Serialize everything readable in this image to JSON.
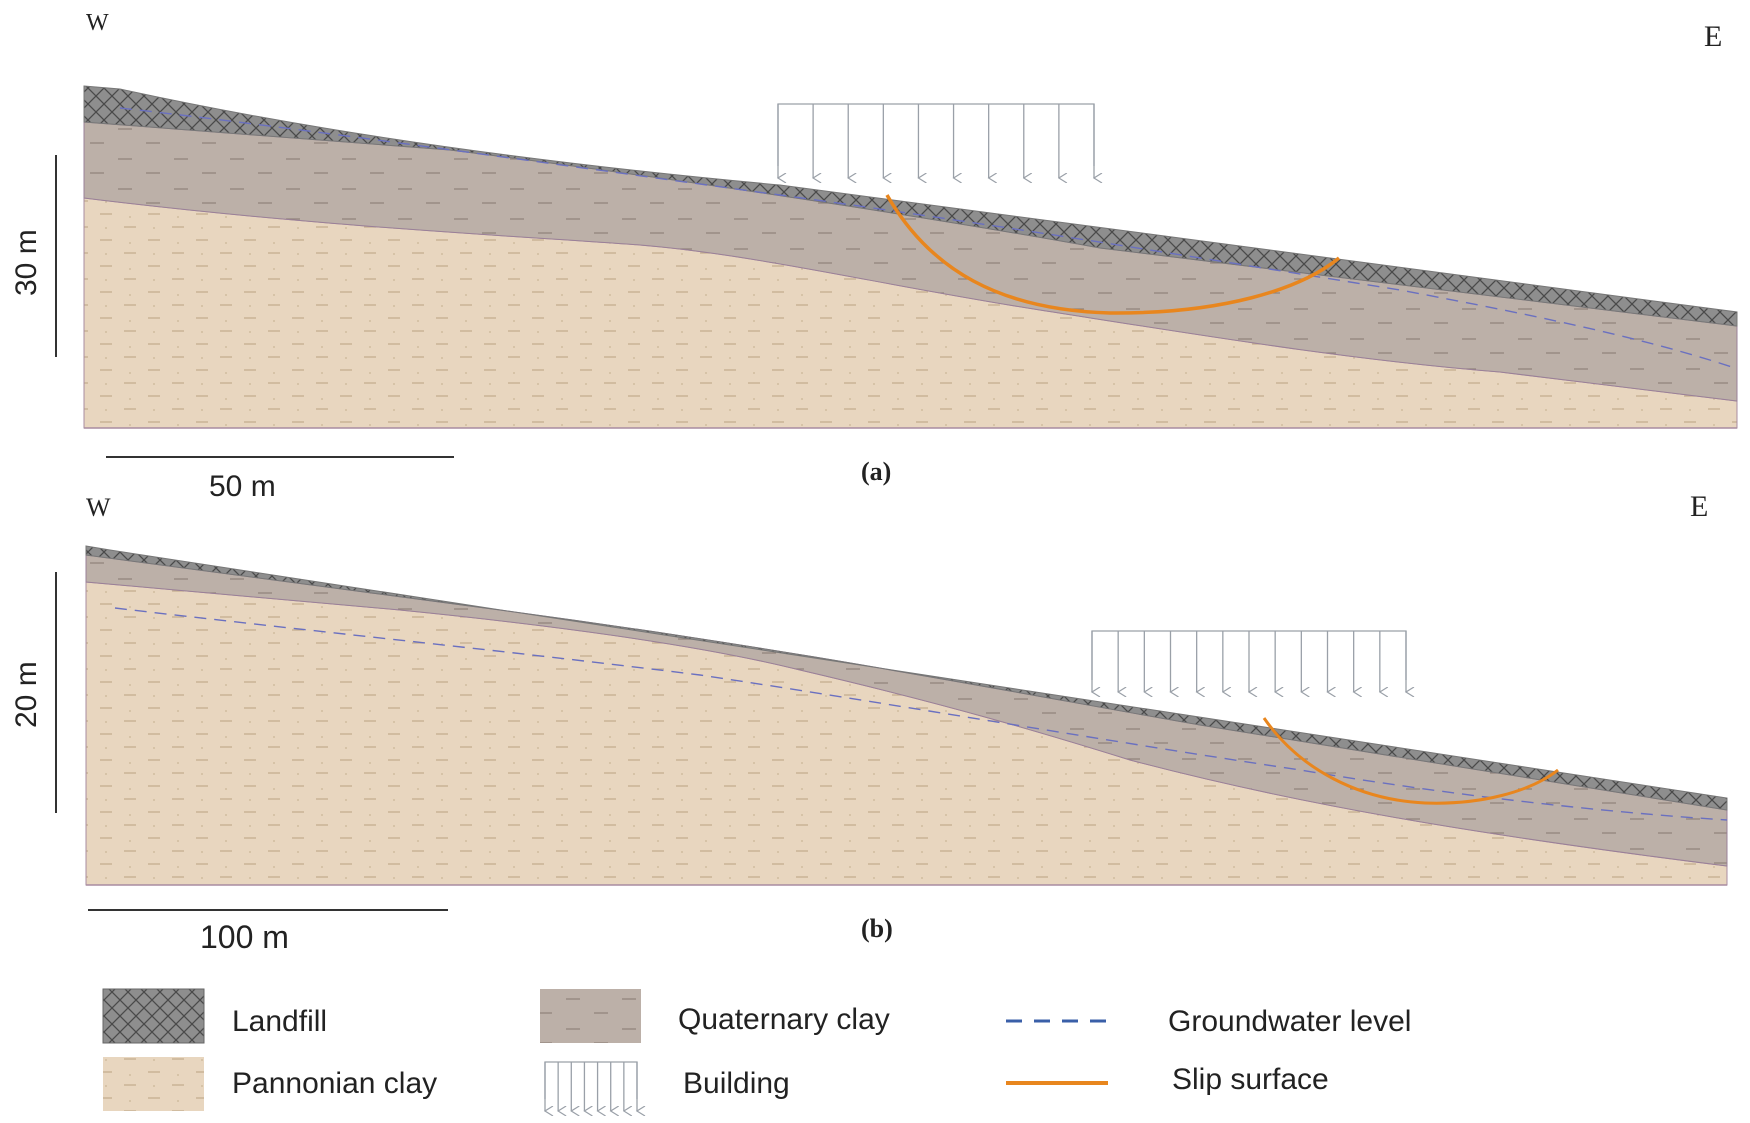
{
  "section_a": {
    "west": "W",
    "east": "E",
    "vertical_scale": "30 m",
    "horizontal_scale": "50 m",
    "caption": "(a)"
  },
  "section_b": {
    "west": "W",
    "east": "E",
    "vertical_scale": "20 m",
    "horizontal_scale": "100 m",
    "caption": "(b)"
  },
  "legend": {
    "landfill": "Landfill",
    "pannonian": "Pannonian clay",
    "quaternary": "Quaternary clay",
    "building": "Building",
    "groundwater": "Groundwater level",
    "slip": "Slip surface"
  },
  "colors": {
    "landfill": "#8e8e8e",
    "quaternary": "#bcb0a8",
    "pannonian": "#e8d6bf",
    "groundwater": "#3a5fa8",
    "slip": "#e8861e",
    "building": "#9aa0a8"
  }
}
